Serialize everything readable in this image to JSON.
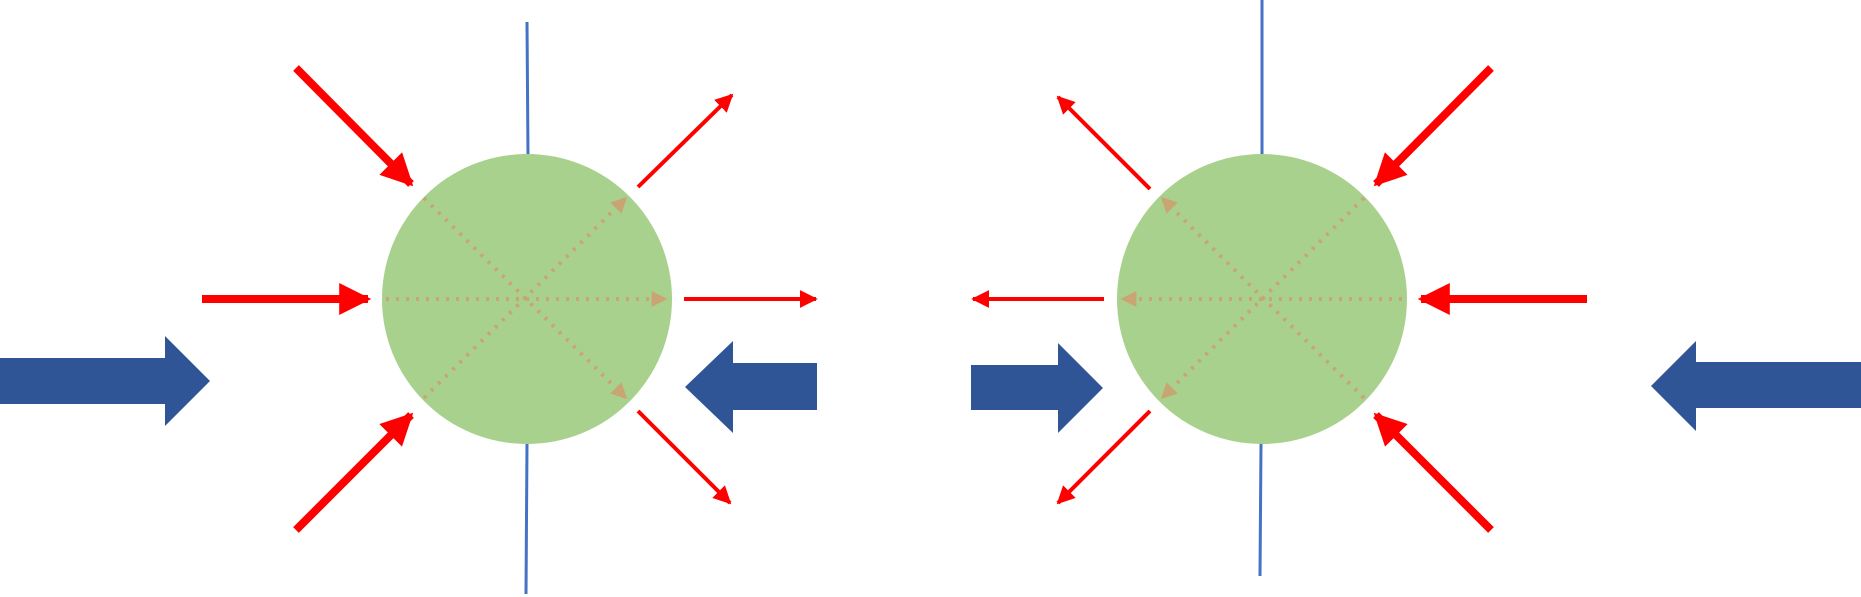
{
  "colors": {
    "background": "#ffffff",
    "circle_fill": "#a9d18e",
    "force_arrow": "#ff0000",
    "push_arrow": "#2f5597",
    "axis_line": "#4472c4",
    "dotted_line": "#c9a574"
  },
  "panels": [
    {
      "name": "left-panel",
      "inward_side": "left",
      "push_arrows": [
        "right-pointing",
        "left-pointing"
      ]
    },
    {
      "name": "right-panel",
      "inward_side": "right",
      "push_arrows": [
        "right-pointing",
        "left-pointing"
      ]
    }
  ]
}
